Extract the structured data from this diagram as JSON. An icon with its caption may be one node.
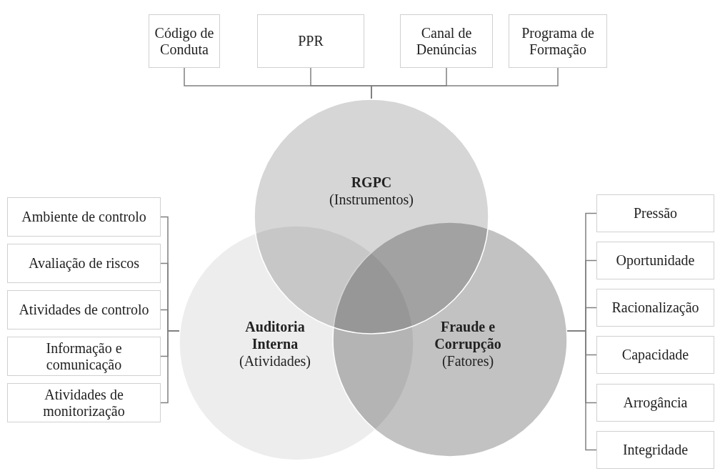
{
  "diagram": {
    "nodes": [
      {
        "text": [
          "Código de Conduta"
        ]
      },
      {
        "text": [
          "PPR"
        ]
      },
      {
        "text": [
          "Canal de Denúncias"
        ]
      },
      {
        "text": [
          "Programa de Formação"
        ]
      },
      {
        "text": [
          "RGPC",
          "(Instrumentos)"
        ]
      },
      {
        "text": [
          "Auditoria Interna",
          "(Atividades)"
        ]
      },
      {
        "text": [
          "Fraude e Corrupção",
          "(Fatores)"
        ]
      },
      {
        "text": [
          "Ambiente de controlo"
        ]
      },
      {
        "text": [
          "Avaliação de riscos"
        ]
      },
      {
        "text": [
          "Atividades de controlo"
        ]
      },
      {
        "text": [
          "Informação e comunicação"
        ]
      },
      {
        "text": [
          "Atividades de monitorização"
        ]
      },
      {
        "text": [
          "Pressão"
        ]
      },
      {
        "text": [
          "Oportunidade"
        ]
      },
      {
        "text": [
          "Racionalização"
        ]
      },
      {
        "text": [
          "Capacidade"
        ]
      },
      {
        "text": [
          "Arrogância"
        ]
      },
      {
        "text": [
          "Integridade"
        ]
      }
    ],
    "edges": [
      {
        "from": 0,
        "to": 4,
        "arrow": "none"
      },
      {
        "from": 1,
        "to": 4,
        "arrow": "none"
      },
      {
        "from": 2,
        "to": 4,
        "arrow": "none"
      },
      {
        "from": 3,
        "to": 4,
        "arrow": "none"
      },
      {
        "from": 7,
        "to": 5,
        "arrow": "none"
      },
      {
        "from": 8,
        "to": 5,
        "arrow": "none"
      },
      {
        "from": 9,
        "to": 5,
        "arrow": "none"
      },
      {
        "from": 10,
        "to": 5,
        "arrow": "none"
      },
      {
        "from": 11,
        "to": 5,
        "arrow": "none"
      },
      {
        "from": 12,
        "to": 6,
        "arrow": "none"
      },
      {
        "from": 13,
        "to": 6,
        "arrow": "none"
      },
      {
        "from": 14,
        "to": 6,
        "arrow": "none"
      },
      {
        "from": 15,
        "to": 6,
        "arrow": "none"
      },
      {
        "from": 16,
        "to": 6,
        "arrow": "none"
      },
      {
        "from": 17,
        "to": 6,
        "arrow": "none"
      }
    ]
  }
}
